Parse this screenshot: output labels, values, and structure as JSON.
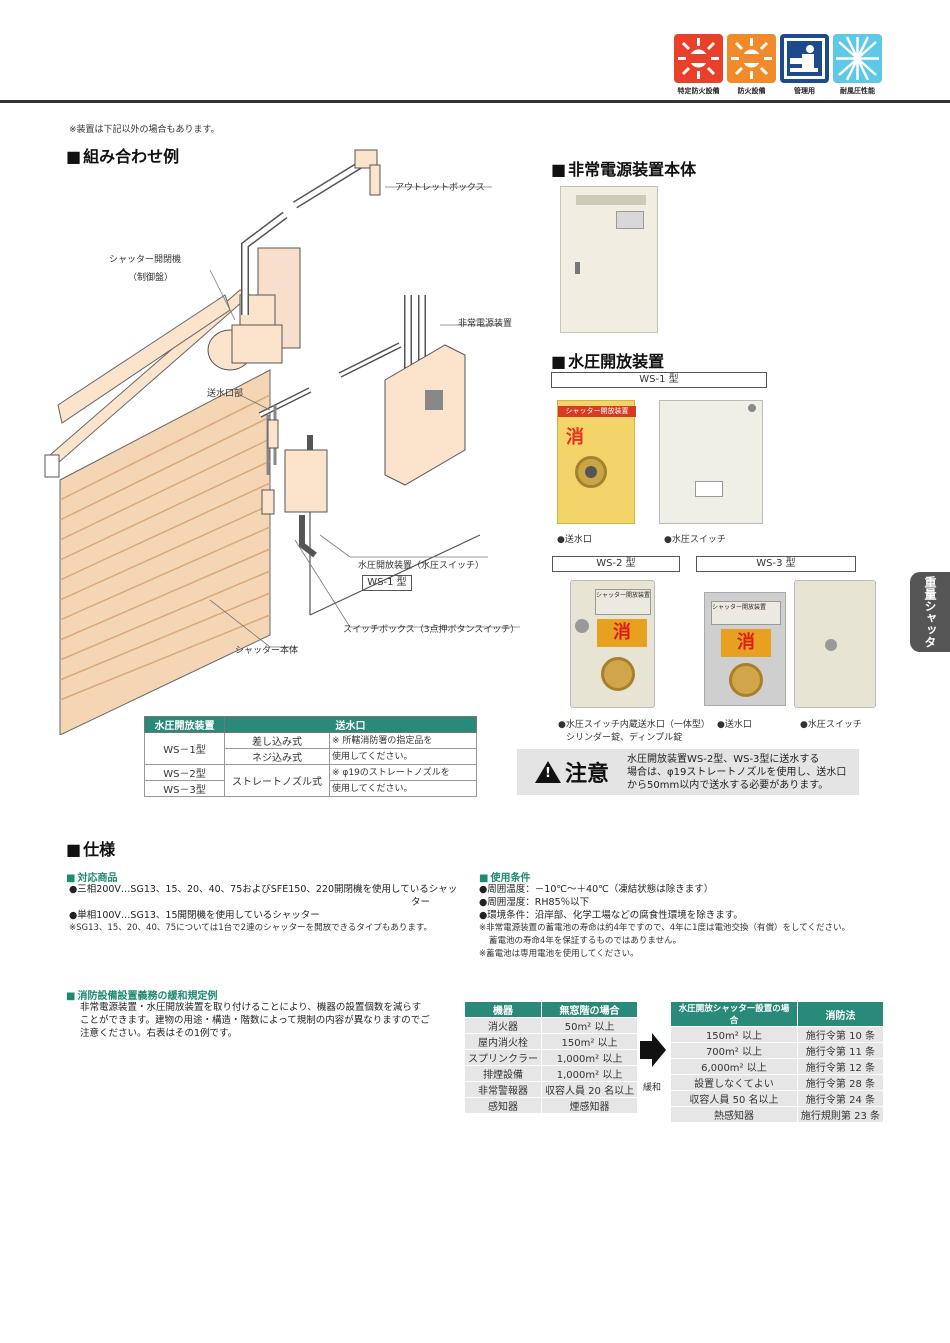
{
  "header": {
    "icons": [
      {
        "name": "fire-prevention-special-icon",
        "label": "特定防火設備",
        "color": "#e8402a"
      },
      {
        "name": "fire-prevention-icon",
        "label": "防火設備",
        "color": "#f08a2a"
      },
      {
        "name": "management-icon",
        "label": "管理用",
        "color": "#1c4a8a"
      },
      {
        "name": "wind-pressure-icon",
        "label": "耐風圧性能",
        "color": "#5ec8e6"
      }
    ]
  },
  "side_tab": "重量シャッター",
  "intro_note": "※装置は下記以外の場合もあります。",
  "combo": {
    "title": "組み合わせ例",
    "labels": {
      "outlet_box": "アウトレットボックス",
      "shutter_opener": "シャッター開閉機",
      "control_panel": "（制御盤）",
      "emergency_power": "非常電源装置",
      "water_inlet": "送水口部",
      "water_release": "水圧開放装置（水圧スイッチ）",
      "ws1": "WS-1 型",
      "switch_box": "スイッチボックス（3点押ボタンスイッチ）",
      "shutter_body": "シャッター本体"
    }
  },
  "table1": {
    "headers": [
      "水圧開放装置",
      "",
      "送水口"
    ],
    "rows": [
      {
        "model": "WS－1型",
        "type": "差し込み式",
        "note": "※ 所轄消防署の指定品を"
      },
      {
        "model": "",
        "type": "ネジ込み式",
        "note": "使用してください。"
      },
      {
        "model": "WS－2型",
        "type": "ストレートノズル式",
        "note": "※ φ19のストレートノズルを"
      },
      {
        "model": "WS－3型",
        "type": "",
        "note": "使用してください。"
      }
    ]
  },
  "emergency": {
    "title": "非常電源装置本体"
  },
  "water": {
    "title": "水圧開放装置",
    "ws1": "WS-1 型",
    "ws2": "WS-2 型",
    "ws3": "WS-3 型",
    "sign_text": "シャッター開放装置",
    "fire_kanji": "消",
    "caption_inlet": "●送水口",
    "caption_switch": "●水圧スイッチ",
    "caption_ws2": "●水圧スイッチ内蔵送水口（一体型）",
    "caption_ws2_sub": "シリンダー錠、ディンプル錠",
    "caption_ws3_inlet": "●送水口",
    "caption_ws3_switch": "●水圧スイッチ"
  },
  "caution": {
    "mark": "注意",
    "lines": [
      "水圧開放装置WS-2型、WS-3型に送水する",
      "場合は、φ19ストレートノズルを使用し、送水口",
      "から50mm以内で送水する必要があります。"
    ]
  },
  "spec": {
    "title": "仕様",
    "products_title": "対応商品",
    "products": [
      "●三相200V…SG13、15、20、40、75およびSFE150、220開閉機を使用しているシャッ",
      "ター",
      "●単相100V…SG13、15開閉機を使用しているシャッター"
    ],
    "products_note": "※SG13、15、20、40、75については1台で2連のシャッターを開放できるタイプもあります。",
    "conditions_title": "使用条件",
    "conditions": [
      "●周囲温度：－10℃～＋40℃（凍結状態は除きます）",
      "●周囲湿度：RH85％以下",
      "●環境条件：沿岸部、化学工場などの腐食性環境を除きます。"
    ],
    "conditions_notes": [
      "※非常電源装置の蓄電池の寿命は約4年ですので、4年に1度は電池交換（有償）をしてください。",
      "蓄電池の寿命4年を保証するものではありません。",
      "※蓄電池は専用電池を使用してください。"
    ]
  },
  "relax": {
    "title": "消防設備設置義務の緩和規定例",
    "text": [
      "非常電源装置・水圧開放装置を取り付けることにより、機器の設置個数を減らす",
      "ことができます。建物の用途・構造・階数によって規制の内容が異なりますのでご",
      "注意ください。右表はその1例です。"
    ],
    "arrow_label": "緩和",
    "table_left": {
      "headers": [
        "機器",
        "無窓階の場合"
      ],
      "rows": [
        [
          "消火器",
          "50m² 以上"
        ],
        [
          "屋内消火栓",
          "150m² 以上"
        ],
        [
          "スプリンクラー",
          "1,000m² 以上"
        ],
        [
          "排煙設備",
          "1,000m² 以上"
        ],
        [
          "非常警報器",
          "収容人員 20 名以上"
        ],
        [
          "感知器",
          "煙感知器"
        ]
      ]
    },
    "table_right": {
      "headers": [
        "水圧開放シャッター設置の場合",
        "消防法"
      ],
      "rows": [
        [
          "150m² 以上",
          "施行令第 10 条"
        ],
        [
          "700m² 以上",
          "施行令第 11 条"
        ],
        [
          "6,000m² 以上",
          "施行令第 12 条"
        ],
        [
          "設置しなくてよい",
          "施行令第 28 条"
        ],
        [
          "収容人員 50 名以上",
          "施行令第 24 条"
        ],
        [
          "熱感知器",
          "施行規則第 23 条"
        ]
      ]
    }
  }
}
